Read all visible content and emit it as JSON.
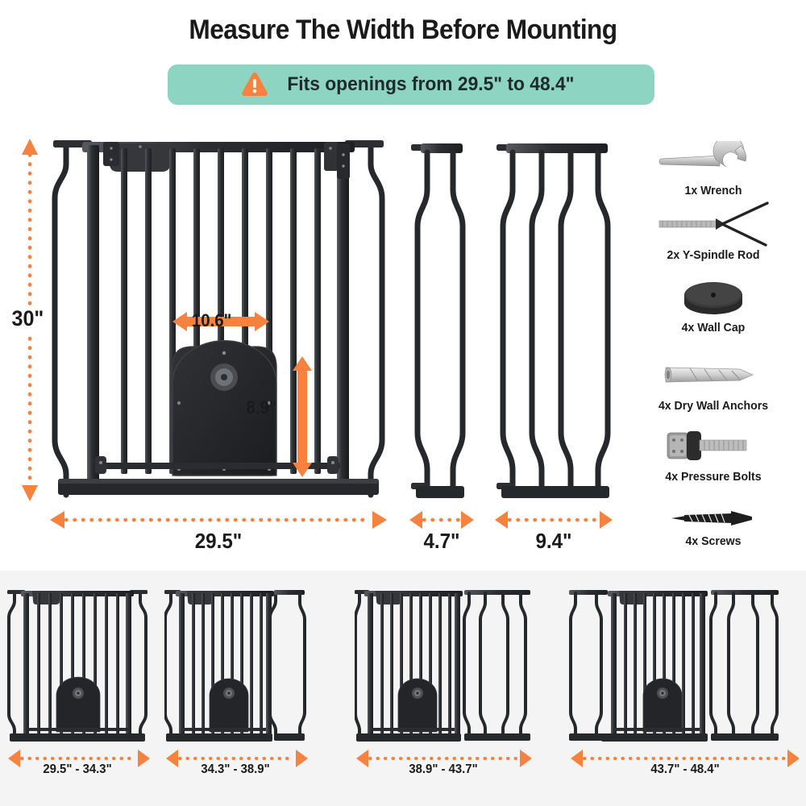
{
  "header": {
    "title": "Measure The Width Before Mounting",
    "banner": {
      "icon": "warning-triangle-icon",
      "text": "Fits openings from 29.5\" to 48.4\""
    }
  },
  "colors": {
    "orange": "#f5823f",
    "orange_light": "#f89a63",
    "teal": "#8ed4c3",
    "gate_dark": "#2e3033",
    "gate_black": "#232529",
    "text": "#1a1a1a",
    "strip_bg": "#f4f4f4",
    "page_bg": "#ffffff"
  },
  "diagram": {
    "height_dimension": "30\"",
    "main_gate": {
      "width_dimension": "29.5\"",
      "pet_door_width": "10.6\"",
      "pet_door_height": "8.9\""
    },
    "extensions": [
      {
        "name": "small-extension",
        "width_dimension": "4.7\"",
        "bars": 2
      },
      {
        "name": "large-extension",
        "width_dimension": "9.4\"",
        "bars": 4
      }
    ]
  },
  "parts": [
    {
      "icon": "wrench-icon",
      "label": "1x Wrench"
    },
    {
      "icon": "y-spindle-rod-icon",
      "label": "2x Y-Spindle Rod"
    },
    {
      "icon": "wall-cap-icon",
      "label": "4x Wall Cap"
    },
    {
      "icon": "drywall-anchor-icon",
      "label": "4x Dry Wall Anchors"
    },
    {
      "icon": "pressure-bolt-icon",
      "label": "4x Pressure Bolts"
    },
    {
      "icon": "screw-icon",
      "label": "4x Screws"
    }
  ],
  "configurations": [
    {
      "name": "config-gate-only",
      "range": "29.5\" - 34.3\""
    },
    {
      "name": "config-gate-plus-small-ext",
      "range": "34.3\" - 38.9\""
    },
    {
      "name": "config-gate-plus-large-ext",
      "range": "38.9\" - 43.7\""
    },
    {
      "name": "config-gate-plus-both-ext",
      "range": "43.7\" - 48.4\""
    }
  ]
}
